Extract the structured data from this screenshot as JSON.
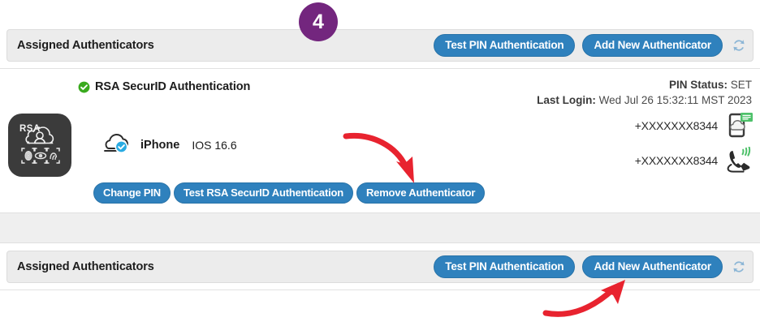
{
  "step_badge": {
    "number": "4",
    "color": "#73267e"
  },
  "theme": {
    "button_blue": "#2f81bd",
    "header_gray": "#ececec",
    "arrow_red": "#e8232f",
    "check_green": "#3aaa1e",
    "ios_blue": "#29abe2"
  },
  "panel_top": {
    "title": "Assigned Authenticators",
    "test_pin_label": "Test PIN Authentication",
    "add_new_label": "Add New Authenticator",
    "refresh_icon": "refresh-icon"
  },
  "authenticator": {
    "status_icon": "green-check-icon",
    "name": "RSA SecurID Authentication",
    "app_tile_icon": "rsa-securid-app-icon",
    "app_tile_label": "RSA",
    "device": {
      "cloud_icon": "cloud-registered-icon",
      "name": "iPhone",
      "os": "IOS 16.6"
    },
    "pin_status_label": "PIN Status:",
    "pin_status_value": "SET",
    "last_login_label": "Last Login:",
    "last_login_value": "Wed Jul 26 15:32:11 MST 2023",
    "contacts": [
      {
        "number": "+XXXXXXX8344",
        "icon": "sms-message-icon"
      },
      {
        "number": "+XXXXXXX8344",
        "icon": "voice-call-icon"
      }
    ],
    "actions": {
      "change_pin_label": "Change PIN",
      "test_rsa_label": "Test RSA SecurID Authentication",
      "remove_label": "Remove Authenticator"
    }
  },
  "panel_bottom": {
    "title": "Assigned Authenticators",
    "test_pin_label": "Test PIN Authentication",
    "add_new_label": "Add New Authenticator",
    "refresh_icon": "refresh-icon"
  },
  "annotations": [
    {
      "name": "arrow-to-remove-authenticator",
      "target": "Remove Authenticator"
    },
    {
      "name": "arrow-to-add-new-authenticator",
      "target": "Add New Authenticator"
    }
  ]
}
